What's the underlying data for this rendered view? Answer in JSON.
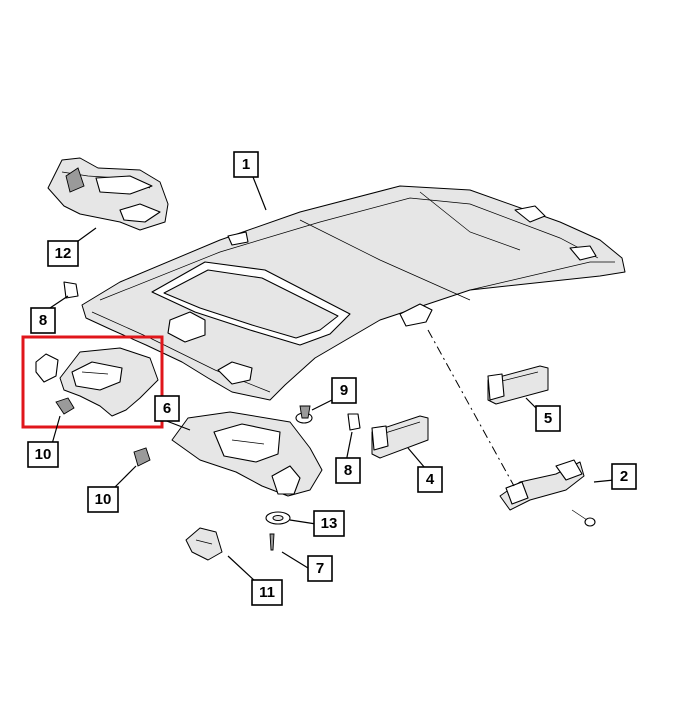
{
  "diagram": {
    "callouts": {
      "c1": "1",
      "c2": "2",
      "c4": "4",
      "c5": "5",
      "c6": "6",
      "c7": "7",
      "c8a": "8",
      "c8b": "8",
      "c9": "9",
      "c10a": "10",
      "c10b": "10",
      "c11": "11",
      "c12": "12",
      "c13": "13"
    },
    "highlight_color": "#e0161b",
    "line_color": "#000000"
  }
}
